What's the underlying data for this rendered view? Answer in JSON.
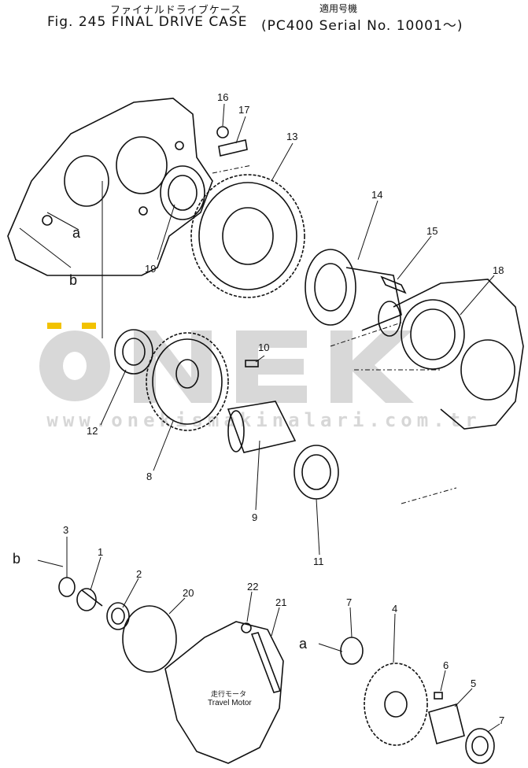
{
  "title": {
    "jp": "ファイナルドライブケース",
    "fig": "Fig. 245 FINAL DRIVE CASE",
    "applicability_jp": "適用号機",
    "applicability": "(PC400 Serial No. 10001～)"
  },
  "watermark": {
    "brand": "ÖNEK",
    "url": "www.onekismakinalari.com.tr"
  },
  "parts": {
    "p1": "1",
    "p2": "2",
    "p3": "3",
    "p4": "4",
    "p5": "5",
    "p6": "6",
    "p7": "7",
    "p7b": "7",
    "p8": "8",
    "p9": "9",
    "p10": "10",
    "p11": "11",
    "p12": "12",
    "p13": "13",
    "p14": "14",
    "p15": "15",
    "p16": "16",
    "p17": "17",
    "p18": "18",
    "p19": "19",
    "p20": "20",
    "p21": "21",
    "p22": "22"
  },
  "refs": {
    "a1": "a",
    "b1": "b",
    "b2": "b",
    "a2": "a"
  },
  "motor": {
    "jp": "走行モータ",
    "en": "Travel Motor"
  },
  "colors": {
    "ink": "#111111",
    "watermark_gray": "#d8d8d8",
    "watermark_accent": "#f2c200"
  }
}
